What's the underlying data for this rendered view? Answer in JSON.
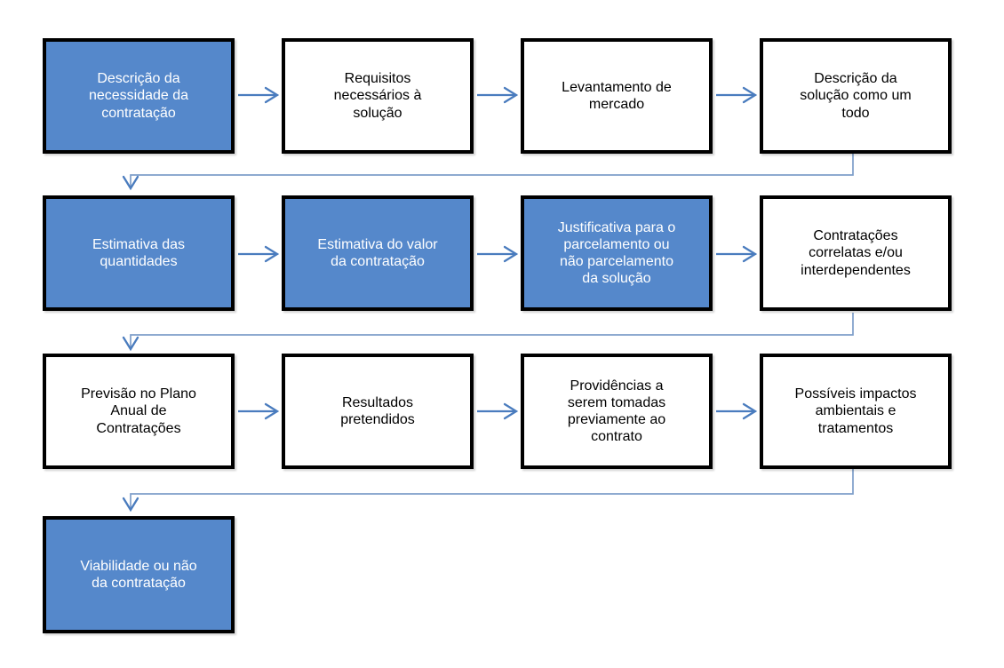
{
  "colors": {
    "box_fill_blue": "#5588cb",
    "box_fill_white": "#ffffff",
    "box_border": "#000000",
    "text_on_blue": "#ffffff",
    "text_on_white": "#000000",
    "connector_strong": "#4a7cbe",
    "connector_light": "#7e9ec9",
    "background": "#ffffff"
  },
  "flowchart": {
    "flow_direction": "left-to-right, wrapping top-to-bottom with return connectors",
    "arrowhead_style": "open-v-arrowhead",
    "rows": [
      {
        "boxes": [
          {
            "label": "Descrição da\nnecessidade da\ncontratação",
            "filled": true
          },
          {
            "label": "Requisitos\nnecessários à\nsolução",
            "filled": false
          },
          {
            "label": "Levantamento de\nmercado",
            "filled": false
          },
          {
            "label": "Descrição da\nsolução como um\ntodo",
            "filled": false
          }
        ]
      },
      {
        "boxes": [
          {
            "label": "Estimativa das\nquantidades",
            "filled": true
          },
          {
            "label": "Estimativa do valor\nda contratação",
            "filled": true
          },
          {
            "label": "Justificativa para o\nparcelamento ou\nnão parcelamento\nda solução",
            "filled": true
          },
          {
            "label": "Contratações\ncorrelatas e/ou\ninterdependentes",
            "filled": false
          }
        ]
      },
      {
        "boxes": [
          {
            "label": "Previsão no Plano\nAnual de\nContratações",
            "filled": false
          },
          {
            "label": "Resultados\npretendidos",
            "filled": false
          },
          {
            "label": "Providências a\nserem tomadas\npreviamente ao\ncontrato",
            "filled": false
          },
          {
            "label": "Possíveis impactos\nambientais e\ntratamentos",
            "filled": false
          }
        ]
      },
      {
        "boxes": [
          {
            "label": "Viabilidade ou não\nda contratação",
            "filled": true
          }
        ]
      }
    ]
  }
}
